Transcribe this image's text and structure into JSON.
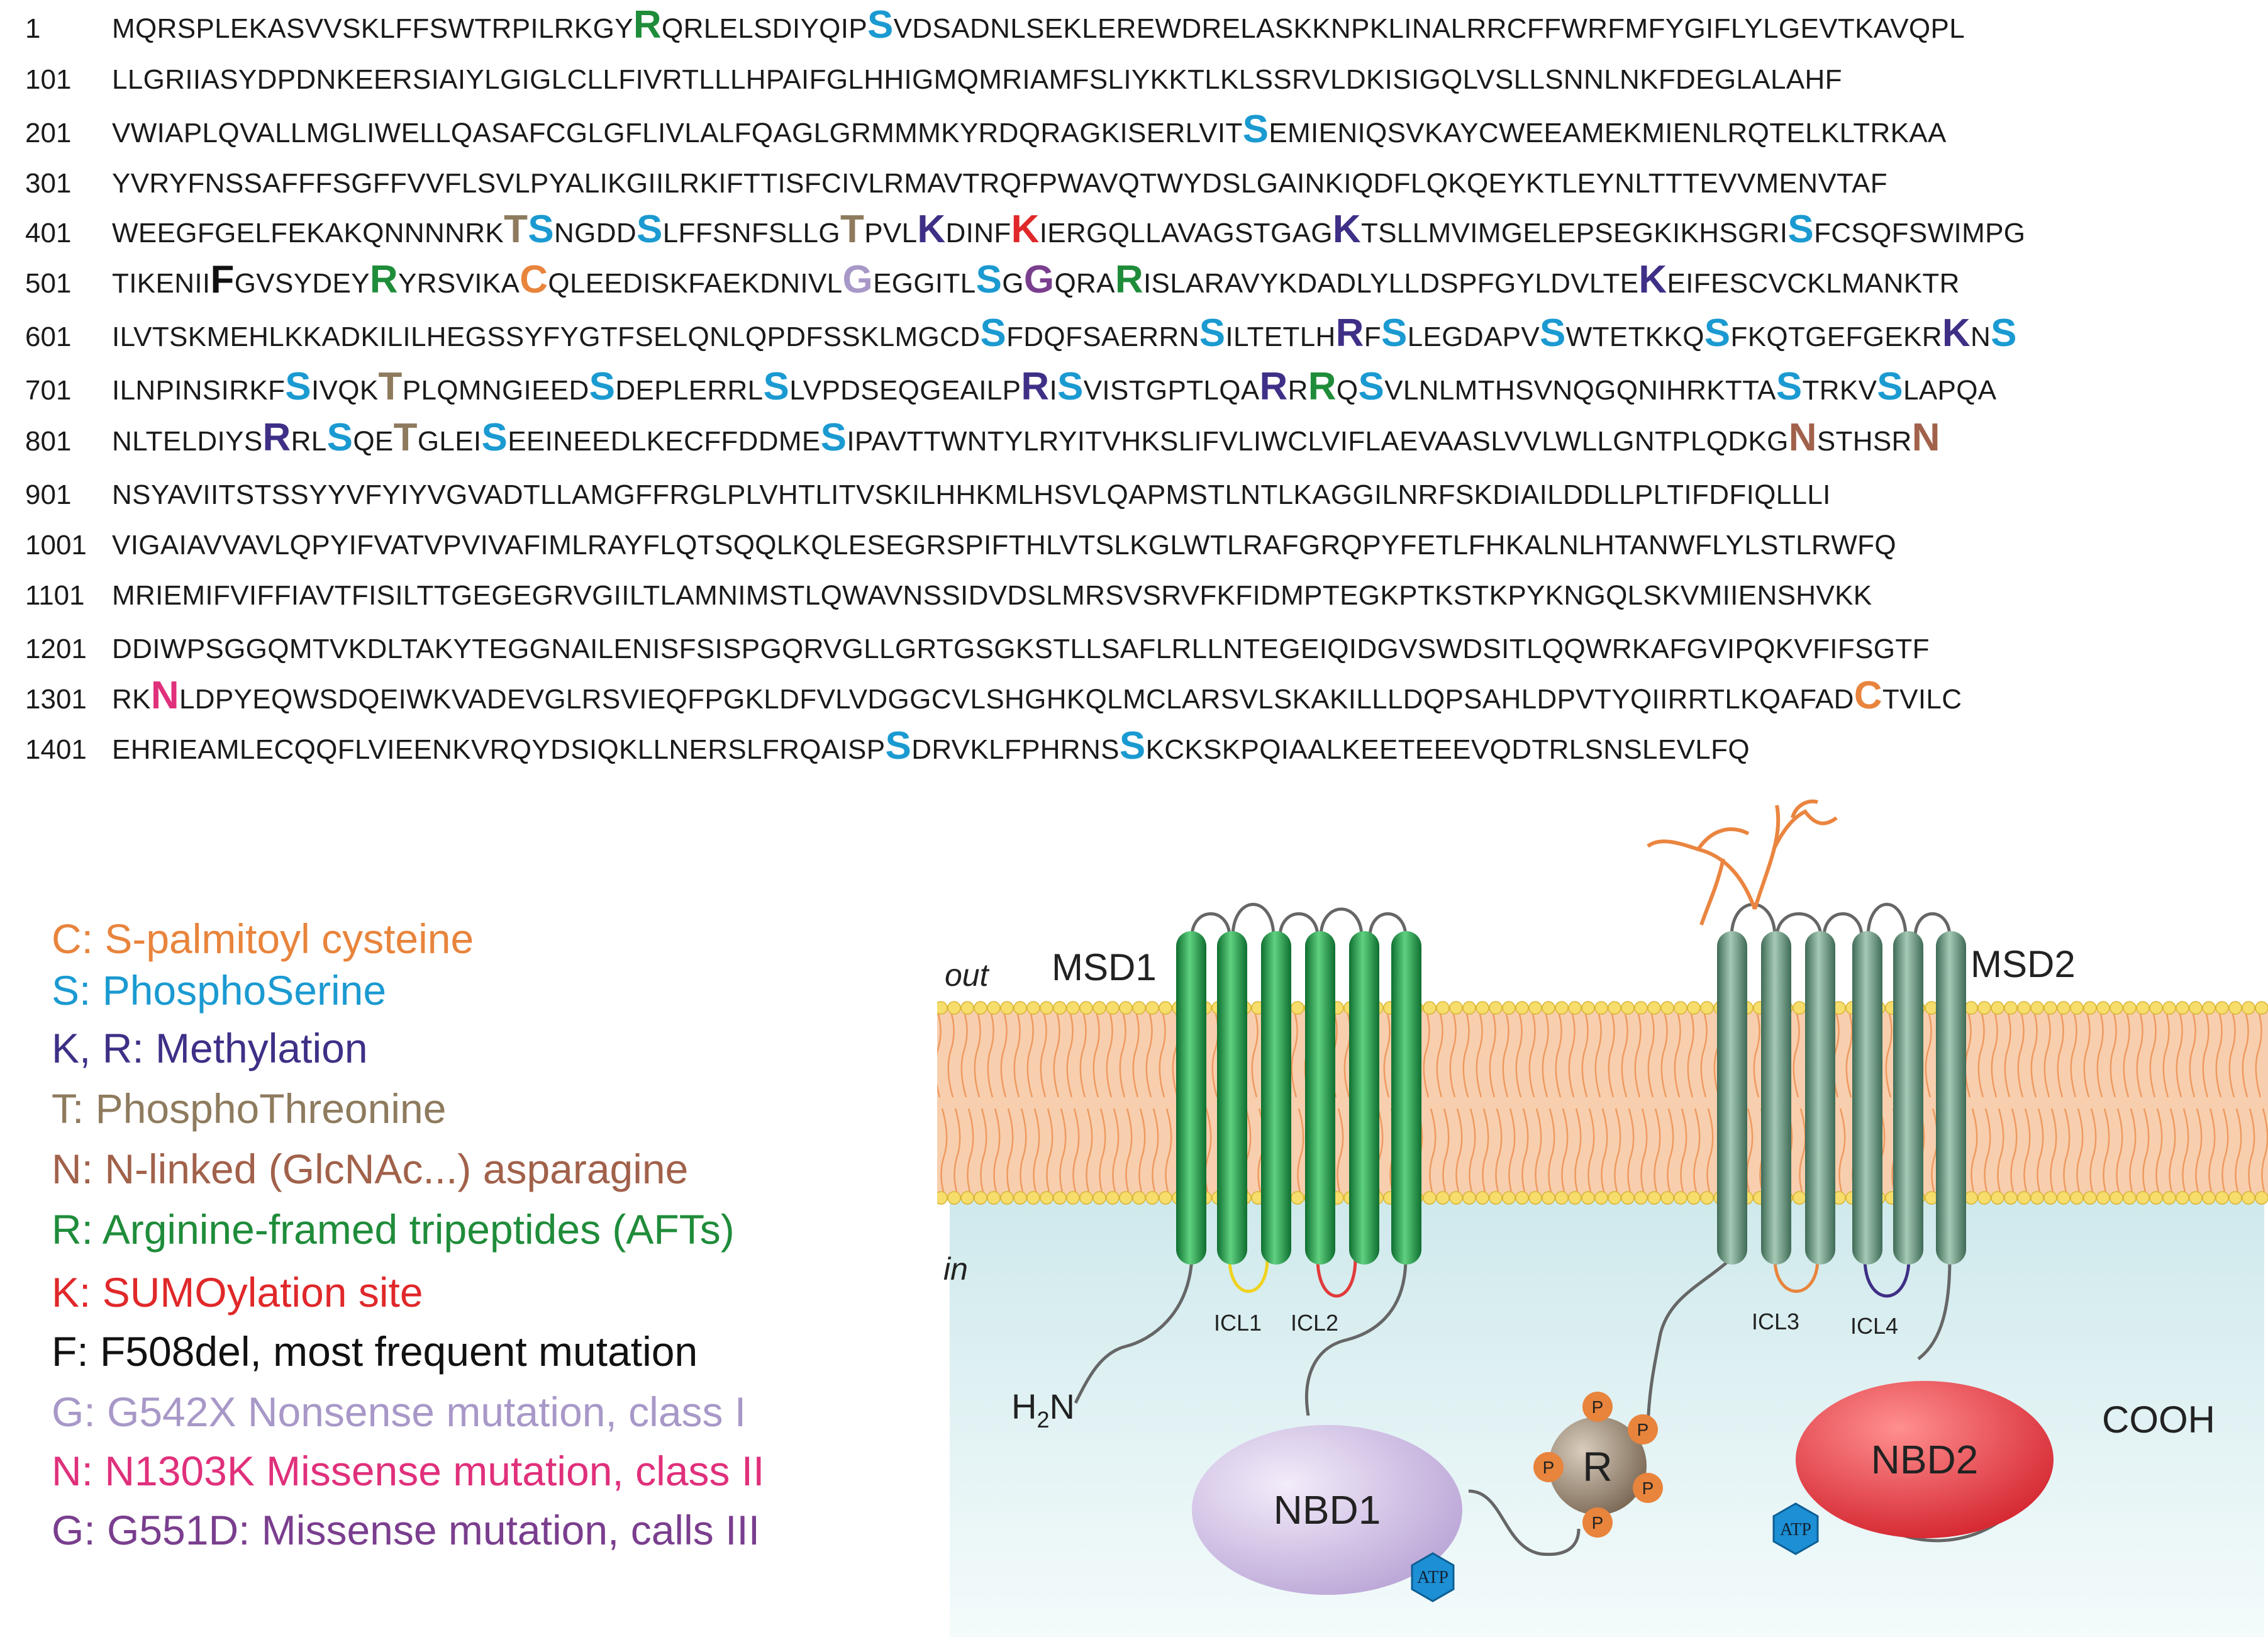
{
  "colors": {
    "palmitoyl": "#E8843C",
    "phosphoserine": "#1B9AD1",
    "methylation": "#3F2F86",
    "phosphothreonine": "#8E7B5E",
    "nglyco": "#A1614A",
    "aft": "#1F8C3A",
    "sumo": "#E0282A",
    "f508del": "#111111",
    "g542x": "#A898C8",
    "n1303k": "#E0307B",
    "g551d": "#7A3E8E",
    "msd1": "#1A9A48",
    "msd2": "#5C8A72",
    "nbd1": "#C9B6E0",
    "nbd2": "#E4343D",
    "r_domain": "#8E7A65",
    "membrane": "#F2B98E",
    "inside": "#D4ECEE"
  },
  "sequence": [
    {
      "num": "1",
      "parts": [
        {
          "t": "MQRSPLEKASVVSKLFFSWTRPILRKGY"
        },
        {
          "t": "R",
          "c": "aft"
        },
        {
          "t": "QRLELSDIYQIP"
        },
        {
          "t": "S",
          "c": "phosphoserine"
        },
        {
          "t": "VDSADNLSEKLEREWDRELASKKNPKLINALRRCFFWRFMFYGIFLYLGEVTKAVQPL"
        }
      ]
    },
    {
      "num": "101",
      "parts": [
        {
          "t": "LLGRIIASYDPDNKEERSIAIYLGIGLCLLFIVRTLLLHPAIFGLHHIGMQMRIAMFSLIYKKTLKLSSRVLDKISIGQLVSLLSNNLNKFDEGLALAHF"
        }
      ]
    },
    {
      "num": "201",
      "parts": [
        {
          "t": "VWIAPLQVALLMGLIWELLQASAFCGLGFLIVLALFQAGLGRMMMKYRDQRAGKISERLVIT"
        },
        {
          "t": "S",
          "c": "phosphoserine"
        },
        {
          "t": "EMIENIQSVKAYCWEEAMEKMIENLRQTELKLTRKAA"
        }
      ]
    },
    {
      "num": "301",
      "parts": [
        {
          "t": "YVRYFNSSAFFFSGFFVVFLSVLPYALIKGIILRKIFTTISFCIVLRMAVTRQFPWAVQTWYDSLGAINKIQDFLQKQEYKTLEYNLTTTEVVMENVTAF"
        }
      ]
    },
    {
      "num": "401",
      "parts": [
        {
          "t": "WEEGFGELFEKAKQNNNNRK"
        },
        {
          "t": "T",
          "c": "phosphothreonine"
        },
        {
          "t": "S",
          "c": "phosphoserine"
        },
        {
          "t": "NGDD"
        },
        {
          "t": "S",
          "c": "phosphoserine"
        },
        {
          "t": "LFFSNFSLLG"
        },
        {
          "t": "T",
          "c": "phosphothreonine"
        },
        {
          "t": "PVL"
        },
        {
          "t": "K",
          "c": "methylation"
        },
        {
          "t": "DINF"
        },
        {
          "t": "K",
          "c": "sumo"
        },
        {
          "t": "IERGQLLAVAGSTGAG"
        },
        {
          "t": "K",
          "c": "methylation"
        },
        {
          "t": "TSLLMVIMGELEPSEGKIKHSGRI"
        },
        {
          "t": "S",
          "c": "phosphoserine"
        },
        {
          "t": "FCSQFSWIMPG"
        }
      ]
    },
    {
      "num": "501",
      "parts": [
        {
          "t": "TIKENII"
        },
        {
          "t": "F",
          "c": "f508del"
        },
        {
          "t": "GVSYDEY"
        },
        {
          "t": "R",
          "c": "aft"
        },
        {
          "t": "YRSVIKA"
        },
        {
          "t": "C",
          "c": "palmitoyl"
        },
        {
          "t": "QLEEDISKFAEKDNIVL"
        },
        {
          "t": "G",
          "c": "g542x"
        },
        {
          "t": "EGGITL"
        },
        {
          "t": "S",
          "c": "phosphoserine"
        },
        {
          "t": "G"
        },
        {
          "t": "G",
          "c": "g551d"
        },
        {
          "t": "QRA"
        },
        {
          "t": "R",
          "c": "aft"
        },
        {
          "t": "ISLARAVYKDADLYLLDSPFGYLDVLTE"
        },
        {
          "t": "K",
          "c": "methylation"
        },
        {
          "t": "EIFESCVCKLMANKTR"
        }
      ]
    },
    {
      "num": "601",
      "parts": [
        {
          "t": "ILVTSKMEHLKKADKILILHEGSSYFYGTFSELQNLQPDFSSKLMGCD"
        },
        {
          "t": "S",
          "c": "phosphoserine"
        },
        {
          "t": "FDQFSAERRN"
        },
        {
          "t": "S",
          "c": "phosphoserine"
        },
        {
          "t": "ILTETLH"
        },
        {
          "t": "R",
          "c": "methylation"
        },
        {
          "t": "F"
        },
        {
          "t": "S",
          "c": "phosphoserine"
        },
        {
          "t": "LEGDAPV"
        },
        {
          "t": "S",
          "c": "phosphoserine"
        },
        {
          "t": "WTETKKQ"
        },
        {
          "t": "S",
          "c": "phosphoserine"
        },
        {
          "t": "FKQTGEFGEKR"
        },
        {
          "t": "K",
          "c": "methylation"
        },
        {
          "t": "N"
        },
        {
          "t": "S",
          "c": "phosphoserine"
        }
      ]
    },
    {
      "num": "701",
      "parts": [
        {
          "t": "ILNPINSIRKF"
        },
        {
          "t": "S",
          "c": "phosphoserine"
        },
        {
          "t": "IVQK"
        },
        {
          "t": "T",
          "c": "phosphothreonine"
        },
        {
          "t": "PLQMNGIEED"
        },
        {
          "t": "S",
          "c": "phosphoserine"
        },
        {
          "t": "DEPLERRL"
        },
        {
          "t": "S",
          "c": "phosphoserine"
        },
        {
          "t": "LVPDSEQGEAILP"
        },
        {
          "t": "R",
          "c": "methylation"
        },
        {
          "t": "I"
        },
        {
          "t": "S",
          "c": "phosphoserine"
        },
        {
          "t": "VISTGPTLQA"
        },
        {
          "t": "R",
          "c": "methylation"
        },
        {
          "t": "R"
        },
        {
          "t": "R",
          "c": "aft"
        },
        {
          "t": "Q"
        },
        {
          "t": "S",
          "c": "phosphoserine"
        },
        {
          "t": "VLNLMTHSVNQGQNIHRKTTA"
        },
        {
          "t": "S",
          "c": "phosphoserine"
        },
        {
          "t": "TRKV"
        },
        {
          "t": "S",
          "c": "phosphoserine"
        },
        {
          "t": "LAPQA"
        }
      ]
    },
    {
      "num": "801",
      "parts": [
        {
          "t": "NLTELDIYS"
        },
        {
          "t": "R",
          "c": "methylation"
        },
        {
          "t": "RL"
        },
        {
          "t": "S",
          "c": "phosphoserine"
        },
        {
          "t": "QE"
        },
        {
          "t": "T",
          "c": "phosphothreonine"
        },
        {
          "t": "GLEI"
        },
        {
          "t": "S",
          "c": "phosphoserine"
        },
        {
          "t": "EEINEEDLKECFFDDME"
        },
        {
          "t": "S",
          "c": "phosphoserine"
        },
        {
          "t": "IPAVTTWNTYLRYITVHKSLIFVLIWCLVIFLAEVAASLVVLWLLGNTPLQDKG"
        },
        {
          "t": "N",
          "c": "nglyco"
        },
        {
          "t": "STHSR"
        },
        {
          "t": "N",
          "c": "nglyco"
        }
      ]
    },
    {
      "num": "901",
      "parts": [
        {
          "t": "NSYAVIITSTSSYYVFYIYVGVADTLLAMGFFRGLPLVHTLITVSKILHHKMLHSVLQAPMSTLNTLKAGGILNRFSKDIAILDDLLPLTIFDFIQLLLI"
        }
      ]
    },
    {
      "num": "1001",
      "parts": [
        {
          "t": "VIGAIAVVAVLQPYIFVATVPVIVAFIMLRAYFLQTSQQLKQLESEGRSPIFTHLVTSLKGLWTLRAFGRQPYFETLFHKALNLHTANWFLYLSTLRWFQ"
        }
      ]
    },
    {
      "num": "1101",
      "parts": [
        {
          "t": "MRIEMIFVIFFIAVTFISILTTGEGEGRVGIILTLAMNIMSTLQWAVNSSIDVDSLMRSVSRVFKFIDMPTEGKPTKSTKPYKNGQLSKVMIIENSHVKK"
        }
      ]
    },
    {
      "num": "1201",
      "parts": [
        {
          "t": "DDIWPSGGQMTVKDLTAKYTEGGNAILENISFSISPGQRVGLLGRTGSGKSTLLSAFLRLLNTEGEIQIDGVSWDSITLQQWRKAFGVIPQKVFIFSGTF"
        }
      ]
    },
    {
      "num": "1301",
      "parts": [
        {
          "t": "RK"
        },
        {
          "t": "N",
          "c": "n1303k"
        },
        {
          "t": "LDPYEQWSDQEIWKVADEVGLRSVIEQFPGKLDFVLVDGGCVLSHGHKQLMCLARSVLSKAKILLLDQPSAHLDPVTYQIIRRTLKQAFAD"
        },
        {
          "t": "C",
          "c": "palmitoyl"
        },
        {
          "t": "TVILC"
        }
      ]
    },
    {
      "num": "1401",
      "parts": [
        {
          "t": "EHRIEAMLECQQFLVIEENKVRQYDSIQKLLNERSLFRQAISP"
        },
        {
          "t": "S",
          "c": "phosphoserine"
        },
        {
          "t": "DRVKLFPHRNS"
        },
        {
          "t": "S",
          "c": "phosphoserine"
        },
        {
          "t": "KCKSKPQIAALKEETEEEVQDTRLSNSLEVLFQ"
        }
      ]
    }
  ],
  "legend": [
    {
      "text": "C: S-palmitoyl cysteine",
      "c": "palmitoyl"
    },
    {
      "text": "S: PhosphoSerine",
      "c": "phosphoserine"
    },
    {
      "text": "K, R: Methylation",
      "c": "methylation"
    },
    {
      "text": "T: PhosphoThreonine",
      "c": "phosphothreonine"
    },
    {
      "text": "N: N-linked (GlcNAc...) asparagine",
      "c": "nglyco"
    },
    {
      "text": "R: Arginine-framed tripeptides (AFTs)",
      "c": "aft"
    },
    {
      "text": "K: SUMOylation site",
      "c": "sumo"
    },
    {
      "text": "F: F508del, most frequent mutation",
      "c": "f508del"
    },
    {
      "text": "G: G542X Nonsense mutation, class I",
      "c": "g542x"
    },
    {
      "text": "N: N1303K Missense mutation, class II",
      "c": "n1303k"
    },
    {
      "text": "G: G551D: Missense mutation, calls III",
      "c": "g551d"
    }
  ],
  "diagram": {
    "label_out": "out",
    "label_in": "in",
    "msd1": "MSD1",
    "msd2": "MSD2",
    "icl1": "ICL1",
    "icl2": "ICL2",
    "icl3": "ICL3",
    "icl4": "ICL4",
    "h2n_h": "H",
    "h2n_sub": "2",
    "h2n_n": "N",
    "cooh": "COOH",
    "nbd1": "NBD1",
    "nbd2": "NBD2",
    "r": "R",
    "p": "P",
    "atp": "ATP"
  }
}
